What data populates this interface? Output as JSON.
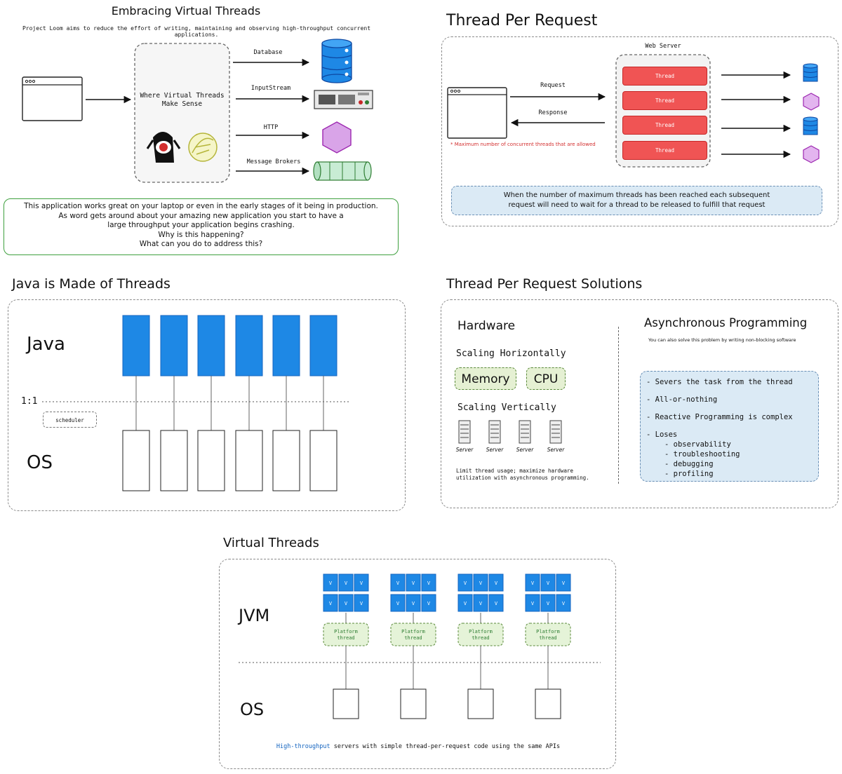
{
  "embracing": {
    "title": "Embracing Virtual Threads",
    "subtitle": "Project Loom aims to reduce the effort of writing, maintaining and observing high-throughput concurrent applications.",
    "center_label": "Where Virtual Threads Make Sense",
    "targets": [
      {
        "label": "Database",
        "icon": "database-icon"
      },
      {
        "label": "InputStream",
        "icon": "server-rack-icon"
      },
      {
        "label": "HTTP",
        "icon": "hexagon-icon"
      },
      {
        "label": "Message Brokers",
        "icon": "queue-cylinder-icon"
      }
    ],
    "mascots": [
      "duke-mascot-icon",
      "spring-leaf-icon"
    ],
    "story_lines": [
      "This application works great on your laptop or even in the early stages of it being in production.",
      "As word gets around about your amazing new application you start to have a",
      "large throughput your application begins crashing.",
      "Why is this happening?",
      "What can you do to address this?"
    ]
  },
  "thread_per_request": {
    "title": "Thread Per Request",
    "server_label": "Web Server",
    "thread_label": "Thread",
    "threads": [
      "Thread",
      "Thread",
      "Thread",
      "Thread"
    ],
    "request_label": "Request",
    "response_label": "Response",
    "note": "* Maximum number of concurrent threads that are allowed",
    "targets": [
      "database-icon",
      "hexagon-icon",
      "database-icon",
      "hexagon-icon"
    ],
    "info_lines": [
      "When the number of maximum threads has been reached each subsequent",
      "request will need to wait for a thread to be released to fulfill that request"
    ],
    "colors": {
      "thread": "#f05454",
      "info_bg": "#dbeaf5",
      "info_border": "#6a8fb5"
    }
  },
  "java_threads": {
    "title": "Java is Made of Threads",
    "java_label": "Java",
    "os_label": "OS",
    "ratio_label": "1:1",
    "scheduler_label": "scheduler",
    "thread_count": 6,
    "colors": {
      "java_thread": "#1e88e5"
    }
  },
  "solutions": {
    "title": "Thread Per Request Solutions",
    "hardware": {
      "heading": "Hardware",
      "scaling_h": "Scaling Horizontally",
      "chips": [
        "Memory",
        "CPU"
      ],
      "scaling_v": "Scaling Vertically",
      "servers": [
        "Server",
        "Server",
        "Server",
        "Server"
      ],
      "footer_lines": [
        "Limit thread usage; maximize hardware",
        "utilization with asynchronous programming."
      ]
    },
    "async": {
      "heading": "Asynchronous Programming",
      "subheading": "You can also solve this problem by writing non-blocking software",
      "points": [
        "- Severs the task from the thread",
        "- All-or-nothing",
        "- Reactive Programming is complex",
        "- Loses"
      ],
      "sub_points": [
        "- observability",
        "- troubleshooting",
        "- debugging",
        "- profiling"
      ]
    },
    "colors": {
      "chip_bg": "#e5f0d3",
      "chip_border": "#5a8a3a",
      "async_bg": "#dbeaf5"
    }
  },
  "virtual_threads": {
    "title": "Virtual Threads",
    "jvm_label": "JVM",
    "os_label": "OS",
    "vt_label": "V",
    "platform_label": "Platform thread",
    "group_count": 4,
    "footer_highlight": "High-throughput",
    "footer_rest": " servers with simple thread-per-request code using the same APIs",
    "colors": {
      "vt": "#1e88e5",
      "platform_bg": "#e5f3d8",
      "platform_text": "#2e7d32",
      "highlight": "#1565c0"
    }
  }
}
